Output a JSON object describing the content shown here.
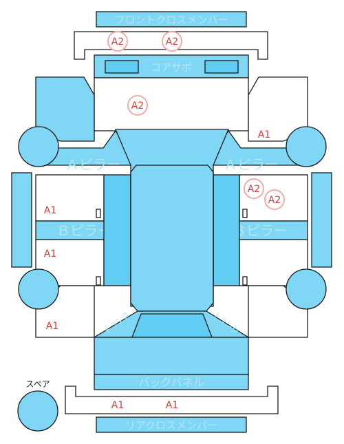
{
  "parts": {
    "front_cross_member": "フロントクロスメンバー",
    "core_support": "コアサポ",
    "a_pillar_left": "Ａピラー",
    "a_pillar_right": "Ａピラー",
    "b_pillar_left": "Ｂピラー",
    "b_pillar_right": "Ｂピラー",
    "back_panel": "バックパネル",
    "rear_cross_member": "リアクロスメンバー",
    "trunk_left": "トランク",
    "trunk_right": "トランク",
    "spare": "スペア"
  },
  "damage_codes": {
    "front_cross_member_1": "A2",
    "front_cross_member_2": "A2",
    "core_support_area": "A2",
    "front_right_1": "A2",
    "front_right_2": "A2",
    "right_front_side": "A1",
    "left_door_front": "A1",
    "left_door_rear": "A1",
    "left_rear": "A1",
    "rear_cross_member_1": "A1",
    "rear_cross_member_2": "A1"
  },
  "colors": {
    "part_fill": "#7fd6f5",
    "damage_text": "#e53935",
    "damage_ring": "#f2aaa8"
  }
}
